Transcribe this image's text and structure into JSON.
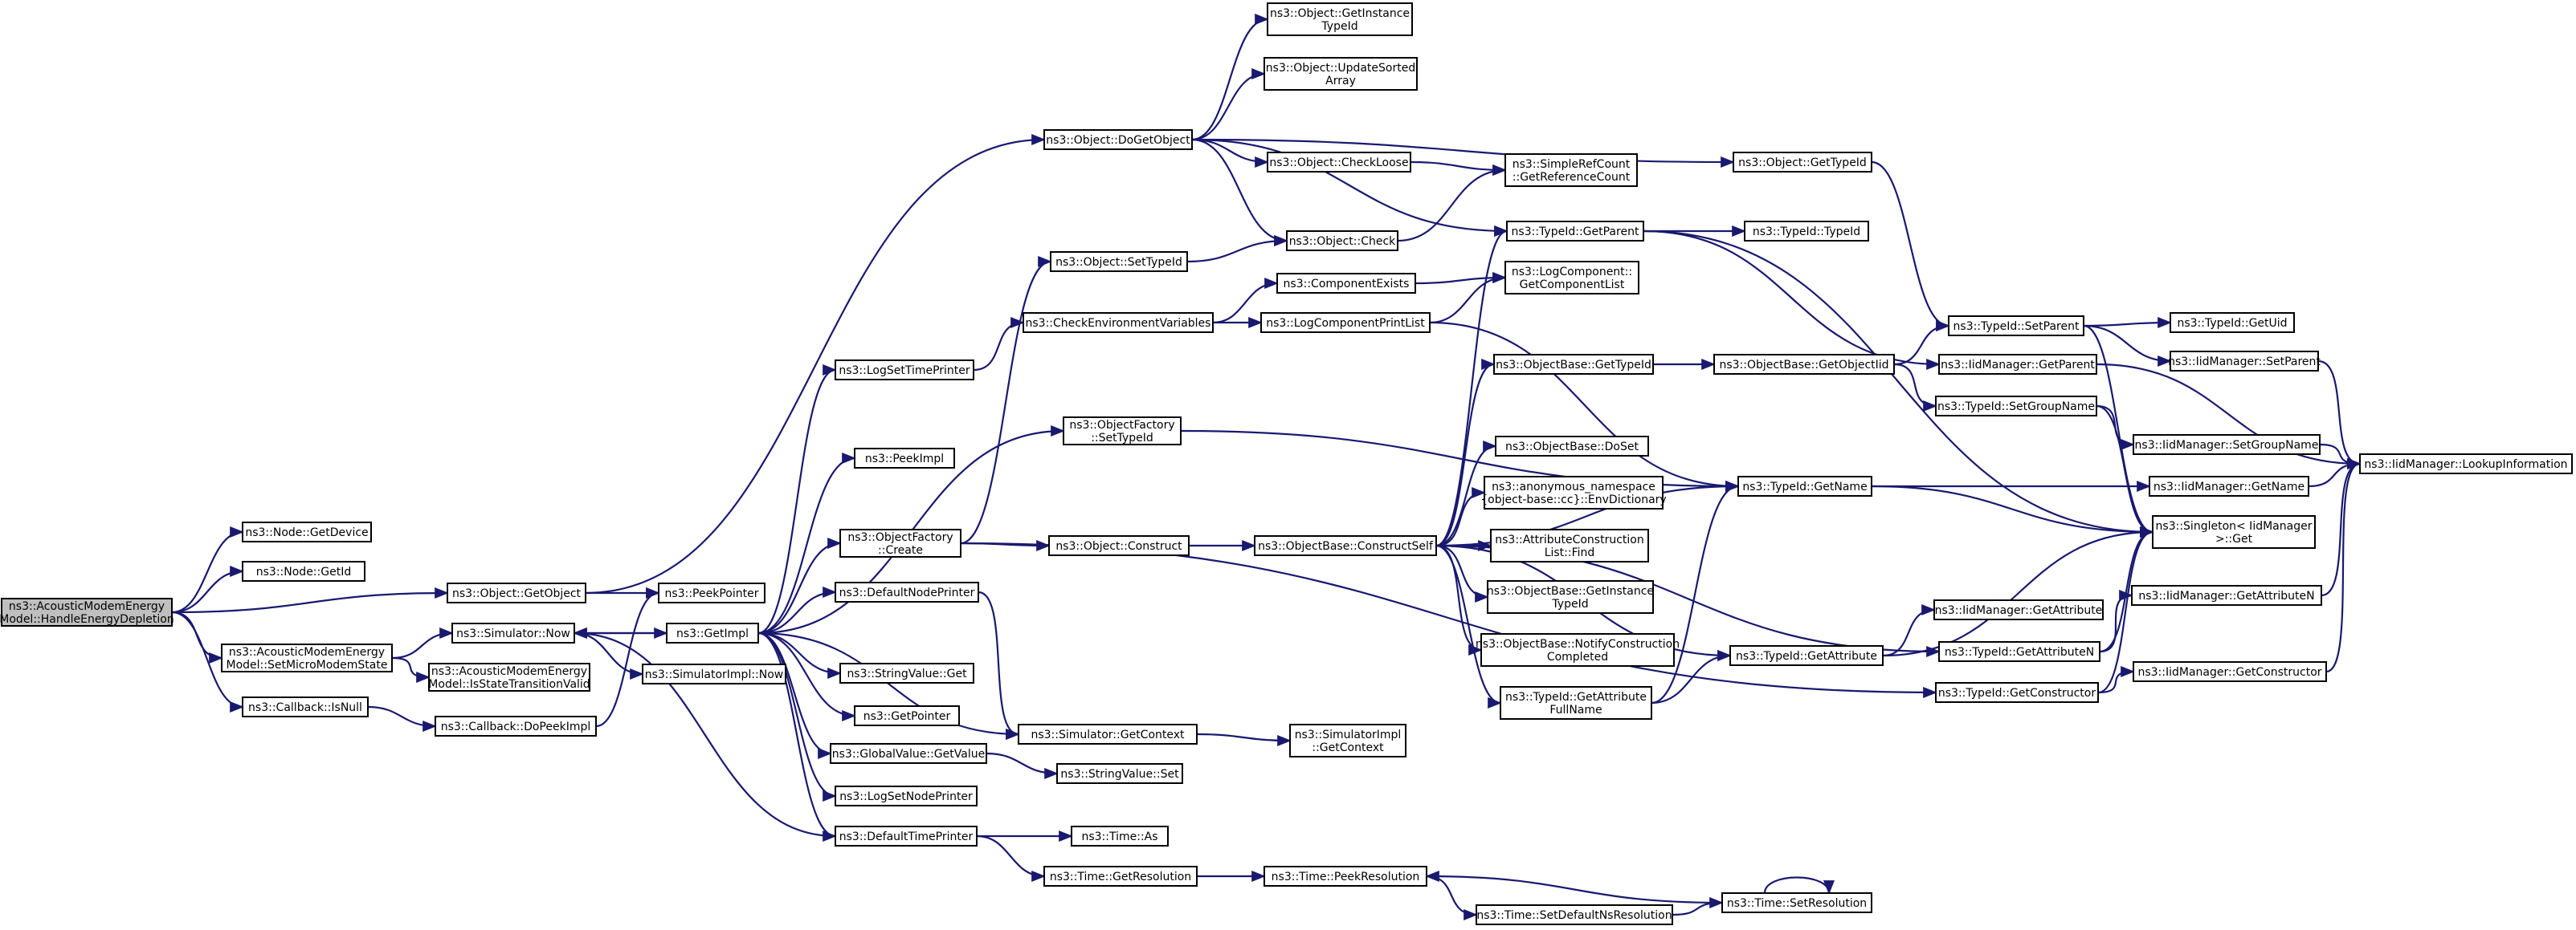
{
  "diagram": {
    "nodes": [
      {
        "id": "root",
        "lines": [
          "ns3::AcousticModemEnergy",
          "Model::HandleEnergyDepletion"
        ],
        "root": true
      },
      {
        "id": "node_getdevice",
        "lines": [
          "ns3::Node::GetDevice"
        ]
      },
      {
        "id": "node_getid",
        "lines": [
          "ns3::Node::GetId"
        ]
      },
      {
        "id": "obj_getobject",
        "lines": [
          "ns3::Object::GetObject"
        ]
      },
      {
        "id": "setmicro",
        "lines": [
          "ns3::AcousticModemEnergy",
          "Model::SetMicroModemState"
        ]
      },
      {
        "id": "cb_isnull",
        "lines": [
          "ns3::Callback::IsNull"
        ]
      },
      {
        "id": "sim_now",
        "lines": [
          "ns3::Simulator::Now"
        ]
      },
      {
        "id": "isstate",
        "lines": [
          "ns3::AcousticModemEnergy",
          "Model::IsStateTransitionValid"
        ]
      },
      {
        "id": "cb_dopeek",
        "lines": [
          "ns3::Callback::DoPeekImpl"
        ]
      },
      {
        "id": "peekpointer",
        "lines": [
          "ns3::PeekPointer"
        ]
      },
      {
        "id": "getimpl",
        "lines": [
          "ns3::GetImpl"
        ]
      },
      {
        "id": "simimpl_now",
        "lines": [
          "ns3::SimulatorImpl::Now"
        ]
      },
      {
        "id": "logsettime",
        "lines": [
          "ns3::LogSetTimePrinter"
        ]
      },
      {
        "id": "peekimpl",
        "lines": [
          "ns3::PeekImpl"
        ]
      },
      {
        "id": "objfactory_create",
        "lines": [
          "ns3::ObjectFactory",
          "::Create"
        ]
      },
      {
        "id": "defaultnodeprinter",
        "lines": [
          "ns3::DefaultNodePrinter"
        ]
      },
      {
        "id": "stringvalue_get",
        "lines": [
          "ns3::StringValue::Get"
        ]
      },
      {
        "id": "getpointer",
        "lines": [
          "ns3::GetPointer"
        ]
      },
      {
        "id": "globalvalue_getvalue",
        "lines": [
          "ns3::GlobalValue::GetValue"
        ]
      },
      {
        "id": "logsetnode",
        "lines": [
          "ns3::LogSetNodePrinter"
        ]
      },
      {
        "id": "defaulttimeprinter",
        "lines": [
          "ns3::DefaultTimePrinter"
        ]
      },
      {
        "id": "obj_dogetobject",
        "lines": [
          "ns3::Object::DoGetObject"
        ]
      },
      {
        "id": "obj_settypeid",
        "lines": [
          "ns3::Object::SetTypeId"
        ]
      },
      {
        "id": "checkenv",
        "lines": [
          "ns3::CheckEnvironmentVariables"
        ]
      },
      {
        "id": "objfactory_settypeid",
        "lines": [
          "ns3::ObjectFactory",
          "::SetTypeId"
        ]
      },
      {
        "id": "obj_construct",
        "lines": [
          "ns3::Object::Construct"
        ]
      },
      {
        "id": "sim_getcontext",
        "lines": [
          "ns3::Simulator::GetContext"
        ]
      },
      {
        "id": "stringvalue_set",
        "lines": [
          "ns3::StringValue::Set"
        ]
      },
      {
        "id": "time_as",
        "lines": [
          "ns3::Time::As"
        ]
      },
      {
        "id": "time_getres",
        "lines": [
          "ns3::Time::GetResolution"
        ]
      },
      {
        "id": "obj_getinstancetypeid",
        "lines": [
          "ns3::Object::GetInstance",
          "TypeId"
        ]
      },
      {
        "id": "obj_updatesorted",
        "lines": [
          "ns3::Object::UpdateSorted",
          "Array"
        ]
      },
      {
        "id": "obj_checkloose",
        "lines": [
          "ns3::Object::CheckLoose"
        ]
      },
      {
        "id": "obj_check",
        "lines": [
          "ns3::Object::Check"
        ]
      },
      {
        "id": "componentexists",
        "lines": [
          "ns3::ComponentExists"
        ]
      },
      {
        "id": "logcompprintlist",
        "lines": [
          "ns3::LogComponentPrintList"
        ]
      },
      {
        "id": "objbase_constructself",
        "lines": [
          "ns3::ObjectBase::ConstructSelf"
        ]
      },
      {
        "id": "simimpl_getcontext",
        "lines": [
          "ns3::SimulatorImpl",
          "::GetContext"
        ]
      },
      {
        "id": "time_peekres",
        "lines": [
          "ns3::Time::PeekResolution"
        ]
      },
      {
        "id": "simplerefcount",
        "lines": [
          "ns3::SimpleRefCount",
          "::GetReferenceCount"
        ]
      },
      {
        "id": "typeid_getparent",
        "lines": [
          "ns3::TypeId::GetParent"
        ]
      },
      {
        "id": "logcomp_getlist",
        "lines": [
          "ns3::LogComponent::",
          "GetComponentList"
        ]
      },
      {
        "id": "objbase_gettypeid",
        "lines": [
          "ns3::ObjectBase::GetTypeId"
        ]
      },
      {
        "id": "objbase_doset",
        "lines": [
          "ns3::ObjectBase::DoSet"
        ]
      },
      {
        "id": "envdict",
        "lines": [
          "ns3::anonymous_namespace",
          "{object-base::cc}::EnvDictionary"
        ]
      },
      {
        "id": "attrconstruct_find",
        "lines": [
          "ns3::AttributeConstruction",
          "List::Find"
        ]
      },
      {
        "id": "objbase_getinstance",
        "lines": [
          "ns3::ObjectBase::GetInstance",
          "TypeId"
        ]
      },
      {
        "id": "objbase_notify",
        "lines": [
          "ns3::ObjectBase::NotifyConstruction",
          "Completed"
        ]
      },
      {
        "id": "typeid_getattrfullname",
        "lines": [
          "ns3::TypeId::GetAttribute",
          "FullName"
        ]
      },
      {
        "id": "time_setdefaultns",
        "lines": [
          "ns3::Time::SetDefaultNsResolution"
        ]
      },
      {
        "id": "obj_gettypeid",
        "lines": [
          "ns3::Object::GetTypeId"
        ]
      },
      {
        "id": "typeid_typeid",
        "lines": [
          "ns3::TypeId::TypeId"
        ]
      },
      {
        "id": "objbase_getobjectiid",
        "lines": [
          "ns3::ObjectBase::GetObjectIid"
        ]
      },
      {
        "id": "typeid_getname",
        "lines": [
          "ns3::TypeId::GetName"
        ]
      },
      {
        "id": "typeid_getattribute",
        "lines": [
          "ns3::TypeId::GetAttribute"
        ]
      },
      {
        "id": "time_setres",
        "lines": [
          "ns3::Time::SetResolution"
        ]
      },
      {
        "id": "typeid_setparent",
        "lines": [
          "ns3::TypeId::SetParent"
        ]
      },
      {
        "id": "iid_getparent",
        "lines": [
          "ns3::IidManager::GetParent"
        ]
      },
      {
        "id": "typeid_setgroupname",
        "lines": [
          "ns3::TypeId::SetGroupName"
        ]
      },
      {
        "id": "iid_getattribute",
        "lines": [
          "ns3::IidManager::GetAttribute"
        ]
      },
      {
        "id": "typeid_getattributen",
        "lines": [
          "ns3::TypeId::GetAttributeN"
        ]
      },
      {
        "id": "typeid_getconstructor",
        "lines": [
          "ns3::TypeId::GetConstructor"
        ]
      },
      {
        "id": "typeid_getuid",
        "lines": [
          "ns3::TypeId::GetUid"
        ]
      },
      {
        "id": "iid_setparent",
        "lines": [
          "ns3::IidManager::SetParent"
        ]
      },
      {
        "id": "iid_setgroupname",
        "lines": [
          "ns3::IidManager::SetGroupName"
        ]
      },
      {
        "id": "iid_getname",
        "lines": [
          "ns3::IidManager::GetName"
        ]
      },
      {
        "id": "singleton_get",
        "lines": [
          "ns3::Singleton< IidManager",
          ">::Get"
        ]
      },
      {
        "id": "iid_getattributen",
        "lines": [
          "ns3::IidManager::GetAttributeN"
        ]
      },
      {
        "id": "iid_getconstructor",
        "lines": [
          "ns3::IidManager::GetConstructor"
        ]
      },
      {
        "id": "iid_lookupinfo",
        "lines": [
          "ns3::IidManager::LookupInformation"
        ]
      }
    ],
    "edges": [
      [
        "root",
        "node_getdevice"
      ],
      [
        "root",
        "node_getid"
      ],
      [
        "root",
        "obj_getobject"
      ],
      [
        "root",
        "setmicro"
      ],
      [
        "root",
        "cb_isnull"
      ],
      [
        "obj_getobject",
        "peekpointer"
      ],
      [
        "obj_getobject",
        "obj_dogetobject"
      ],
      [
        "setmicro",
        "sim_now"
      ],
      [
        "setmicro",
        "isstate"
      ],
      [
        "cb_isnull",
        "cb_dopeek"
      ],
      [
        "cb_dopeek",
        "peekpointer"
      ],
      [
        "sim_now",
        "getimpl"
      ],
      [
        "sim_now",
        "simimpl_now"
      ],
      [
        "getimpl",
        "sim_now"
      ],
      [
        "getimpl",
        "logsettime"
      ],
      [
        "getimpl",
        "peekimpl"
      ],
      [
        "getimpl",
        "objfactory_settypeid"
      ],
      [
        "getimpl",
        "objfactory_create"
      ],
      [
        "getimpl",
        "defaultnodeprinter"
      ],
      [
        "getimpl",
        "sim_getcontext"
      ],
      [
        "getimpl",
        "stringvalue_get"
      ],
      [
        "getimpl",
        "getpointer"
      ],
      [
        "getimpl",
        "globalvalue_getvalue"
      ],
      [
        "getimpl",
        "logsetnode"
      ],
      [
        "getimpl",
        "defaulttimeprinter"
      ],
      [
        "logsettime",
        "checkenv"
      ],
      [
        "checkenv",
        "componentexists"
      ],
      [
        "checkenv",
        "logcompprintlist"
      ],
      [
        "componentexists",
        "logcomp_getlist"
      ],
      [
        "logcompprintlist",
        "logcomp_getlist"
      ],
      [
        "logcompprintlist",
        "typeid_getname"
      ],
      [
        "objfactory_create",
        "obj_settypeid"
      ],
      [
        "objfactory_create",
        "obj_construct"
      ],
      [
        "objfactory_create",
        "typeid_getconstructor"
      ],
      [
        "obj_settypeid",
        "obj_check"
      ],
      [
        "obj_check",
        "simplerefcount"
      ],
      [
        "objfactory_settypeid",
        "typeid_getname"
      ],
      [
        "defaultnodeprinter",
        "sim_getcontext"
      ],
      [
        "sim_getcontext",
        "simimpl_getcontext"
      ],
      [
        "globalvalue_getvalue",
        "stringvalue_set"
      ],
      [
        "defaulttimeprinter",
        "sim_now"
      ],
      [
        "defaulttimeprinter",
        "time_as"
      ],
      [
        "defaulttimeprinter",
        "time_getres"
      ],
      [
        "time_getres",
        "time_peekres"
      ],
      [
        "time_peekres",
        "time_setdefaultns"
      ],
      [
        "time_setdefaultns",
        "time_setres"
      ],
      [
        "time_setres",
        "time_peekres"
      ],
      [
        "time_setres",
        "time_setres"
      ],
      [
        "obj_dogetobject",
        "obj_getinstancetypeid"
      ],
      [
        "obj_dogetobject",
        "obj_updatesorted"
      ],
      [
        "obj_dogetobject",
        "obj_checkloose"
      ],
      [
        "obj_dogetobject",
        "obj_check"
      ],
      [
        "obj_dogetobject",
        "typeid_getparent"
      ],
      [
        "obj_dogetobject",
        "obj_gettypeid"
      ],
      [
        "obj_checkloose",
        "simplerefcount"
      ],
      [
        "obj_construct",
        "objbase_constructself"
      ],
      [
        "objbase_constructself",
        "typeid_getparent"
      ],
      [
        "objbase_constructself",
        "objbase_gettypeid"
      ],
      [
        "objbase_constructself",
        "typeid_getname"
      ],
      [
        "objbase_constructself",
        "objbase_doset"
      ],
      [
        "objbase_constructself",
        "envdict"
      ],
      [
        "objbase_constructself",
        "attrconstruct_find"
      ],
      [
        "objbase_constructself",
        "objbase_getinstance"
      ],
      [
        "objbase_constructself",
        "objbase_notify"
      ],
      [
        "objbase_constructself",
        "typeid_getattrfullname"
      ],
      [
        "objbase_constructself",
        "typeid_getattribute"
      ],
      [
        "objbase_constructself",
        "typeid_getattributen"
      ],
      [
        "objbase_gettypeid",
        "objbase_getobjectiid"
      ],
      [
        "objbase_getobjectiid",
        "typeid_setparent"
      ],
      [
        "objbase_getobjectiid",
        "typeid_setgroupname"
      ],
      [
        "typeid_getattrfullname",
        "typeid_getname"
      ],
      [
        "typeid_getattrfullname",
        "typeid_getattribute"
      ],
      [
        "typeid_getparent",
        "typeid_typeid"
      ],
      [
        "typeid_getparent",
        "iid_getparent"
      ],
      [
        "typeid_getparent",
        "singleton_get"
      ],
      [
        "obj_gettypeid",
        "typeid_setparent"
      ],
      [
        "typeid_setparent",
        "typeid_getuid"
      ],
      [
        "typeid_setparent",
        "iid_setparent"
      ],
      [
        "typeid_setparent",
        "singleton_get"
      ],
      [
        "typeid_setgroupname",
        "iid_setgroupname"
      ],
      [
        "typeid_setgroupname",
        "singleton_get"
      ],
      [
        "typeid_getname",
        "iid_getname"
      ],
      [
        "typeid_getname",
        "singleton_get"
      ],
      [
        "typeid_getattribute",
        "iid_getattribute"
      ],
      [
        "typeid_getattribute",
        "singleton_get"
      ],
      [
        "typeid_getattributen",
        "iid_getattributen"
      ],
      [
        "typeid_getattributen",
        "singleton_get"
      ],
      [
        "typeid_getconstructor",
        "iid_getconstructor"
      ],
      [
        "typeid_getconstructor",
        "singleton_get"
      ],
      [
        "iid_getparent",
        "iid_lookupinfo"
      ],
      [
        "iid_setparent",
        "iid_lookupinfo"
      ],
      [
        "iid_setgroupname",
        "iid_lookupinfo"
      ],
      [
        "iid_getname",
        "iid_lookupinfo"
      ],
      [
        "iid_getattributen",
        "iid_lookupinfo"
      ],
      [
        "iid_getconstructor",
        "iid_lookupinfo"
      ]
    ]
  }
}
